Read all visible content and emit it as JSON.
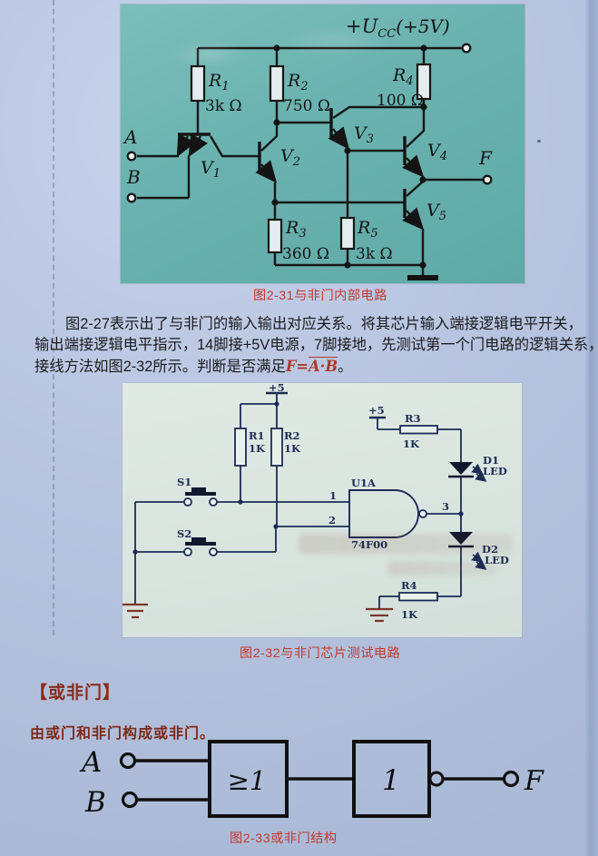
{
  "figure1": {
    "caption": "图2-31与非门内部电路",
    "supply": {
      "base": "+U",
      "sub": "CC",
      "rest": "(+5V)"
    },
    "inputs": [
      "A",
      "B"
    ],
    "output": "F",
    "resistors": [
      {
        "name": "R",
        "sub": "1",
        "value": "3k Ω"
      },
      {
        "name": "R",
        "sub": "2",
        "value": "750 Ω"
      },
      {
        "name": "R",
        "sub": "3",
        "value": "360 Ω"
      },
      {
        "name": "R",
        "sub": "4",
        "value": "100 Ω"
      },
      {
        "name": "R",
        "sub": "5",
        "value": "3k Ω"
      }
    ],
    "transistors": [
      {
        "name": "V",
        "sub": "1"
      },
      {
        "name": "V",
        "sub": "2"
      },
      {
        "name": "V",
        "sub": "3"
      },
      {
        "name": "V",
        "sub": "4"
      },
      {
        "name": "V",
        "sub": "5"
      }
    ]
  },
  "paragraph": {
    "line1": "图2-27表示出了与非门的输入输出对应关系。将其芯片输入端接逻辑电平开关，",
    "line2": "输出端接逻辑电平指示，14脚接+5V电源，7脚接地，先测试第一个门电路的逻辑关系，",
    "line3_prefix": "接线方法如图2-32所示。判断是否满足",
    "formula_prefix": "F=",
    "formula_overline": "A·B",
    "line3_suffix": "。"
  },
  "figure2": {
    "caption": "图2-32与非门芯片测试电路",
    "power_left": "+5",
    "power_right": "+5",
    "resistors": [
      {
        "name": "R1",
        "value": "1K"
      },
      {
        "name": "R2",
        "value": "1K"
      },
      {
        "name": "R3",
        "value": "1K"
      },
      {
        "name": "R4",
        "value": "1K"
      }
    ],
    "switches": [
      "S1",
      "S2"
    ],
    "gate": {
      "designator": "U1A",
      "part": "74F00",
      "pin1": "1",
      "pin2": "2",
      "pin3": "3"
    },
    "leds": [
      {
        "name": "D1",
        "type": "LED"
      },
      {
        "name": "D2",
        "type": "LED"
      }
    ]
  },
  "section": {
    "heading": "【或非门】",
    "lead": "由或门和非门构成或非门。"
  },
  "figure3": {
    "caption": "图2-33或非门结构",
    "inputs": [
      "A",
      "B"
    ],
    "or_gate_label": "≥1",
    "not_gate_label": "1",
    "output": "F"
  },
  "colors": {
    "caption_red": "#c33a2c",
    "section_maroon": "#8a2b19",
    "schematic_navy": "#1c2b55",
    "ground_maroon": "#7d3526",
    "teal_panel": "#6bb3b0",
    "test_panel": "#d8e4de"
  }
}
